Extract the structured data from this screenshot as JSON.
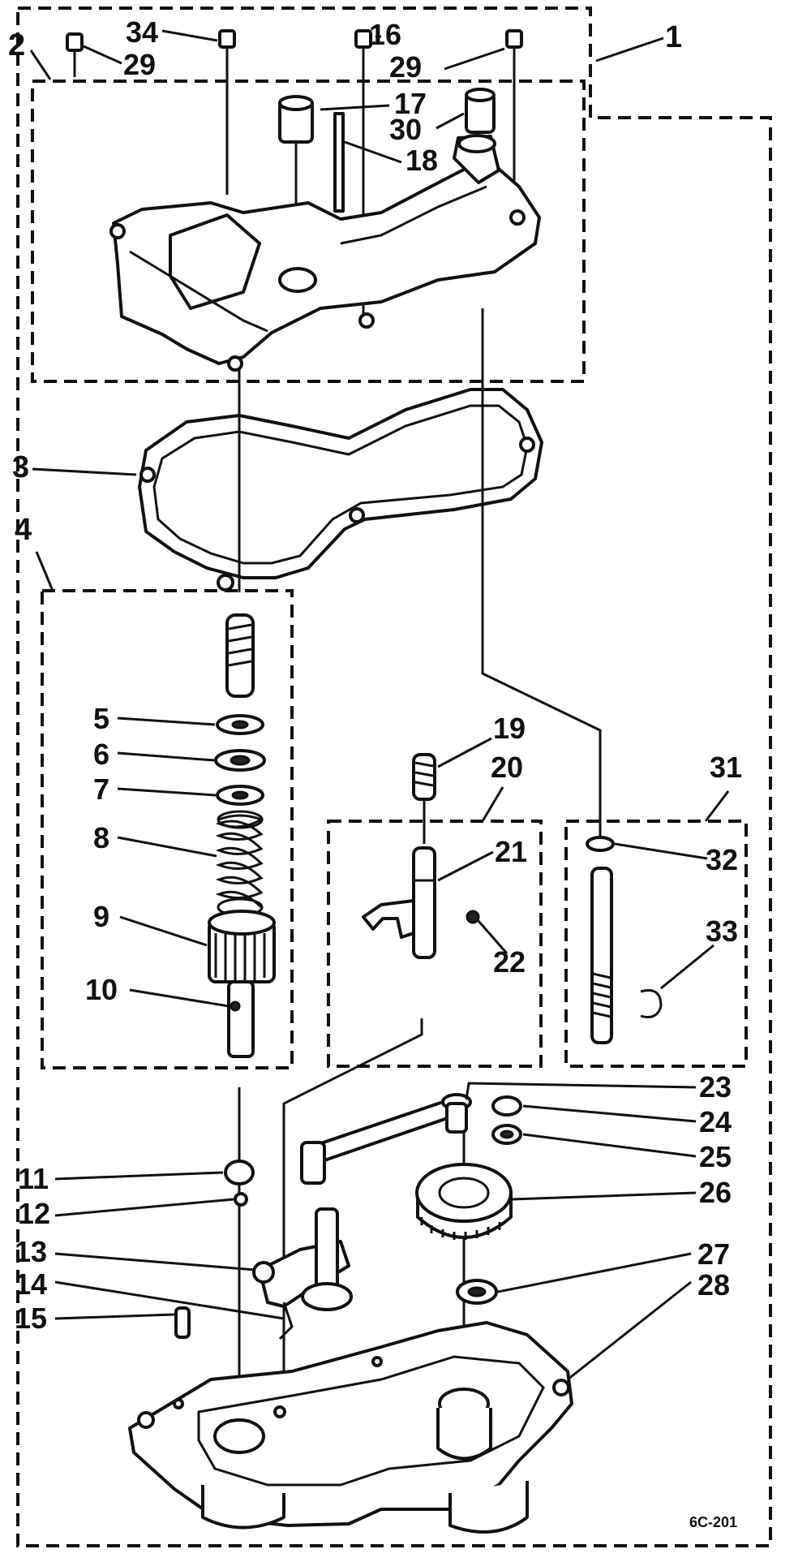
{
  "diagram": {
    "drawing_code": "6C-201",
    "callouts": {
      "c1": "1",
      "c2": "2",
      "c3": "3",
      "c4": "4",
      "c5": "5",
      "c6": "6",
      "c7": "7",
      "c8": "8",
      "c9": "9",
      "c10": "10",
      "c11": "11",
      "c12": "12",
      "c13": "13",
      "c14": "14",
      "c15": "15",
      "c16": "16",
      "c17": "17",
      "c18": "18",
      "c19": "19",
      "c20": "20",
      "c21": "21",
      "c22": "22",
      "c23": "23",
      "c24": "24",
      "c25": "25",
      "c26": "26",
      "c27": "27",
      "c28": "28",
      "c29a": "29",
      "c29b": "29",
      "c30": "30",
      "c31": "31",
      "c32": "32",
      "c33": "33",
      "c34": "34"
    }
  }
}
